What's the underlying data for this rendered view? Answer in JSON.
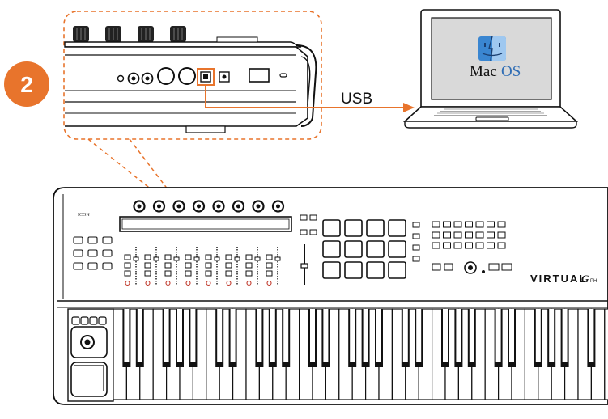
{
  "step": {
    "number": "2"
  },
  "connection": {
    "label": "USB"
  },
  "computer": {
    "os_word1": "Mac",
    "os_word2": "OS"
  },
  "keyboard": {
    "brand": "ICON",
    "model": "VIRTUAL",
    "model_suffix": "G",
    "model_tail": "PH"
  },
  "colors": {
    "accent": "#E8742C",
    "line": "#111111",
    "os_word1": "#111111",
    "os_word2": "#2F6DB5",
    "screen": "#D9D9D9",
    "body": "#FFFFFF"
  },
  "icons": {
    "finder": "finder-face-icon",
    "usb_port": "usb-port-icon"
  }
}
